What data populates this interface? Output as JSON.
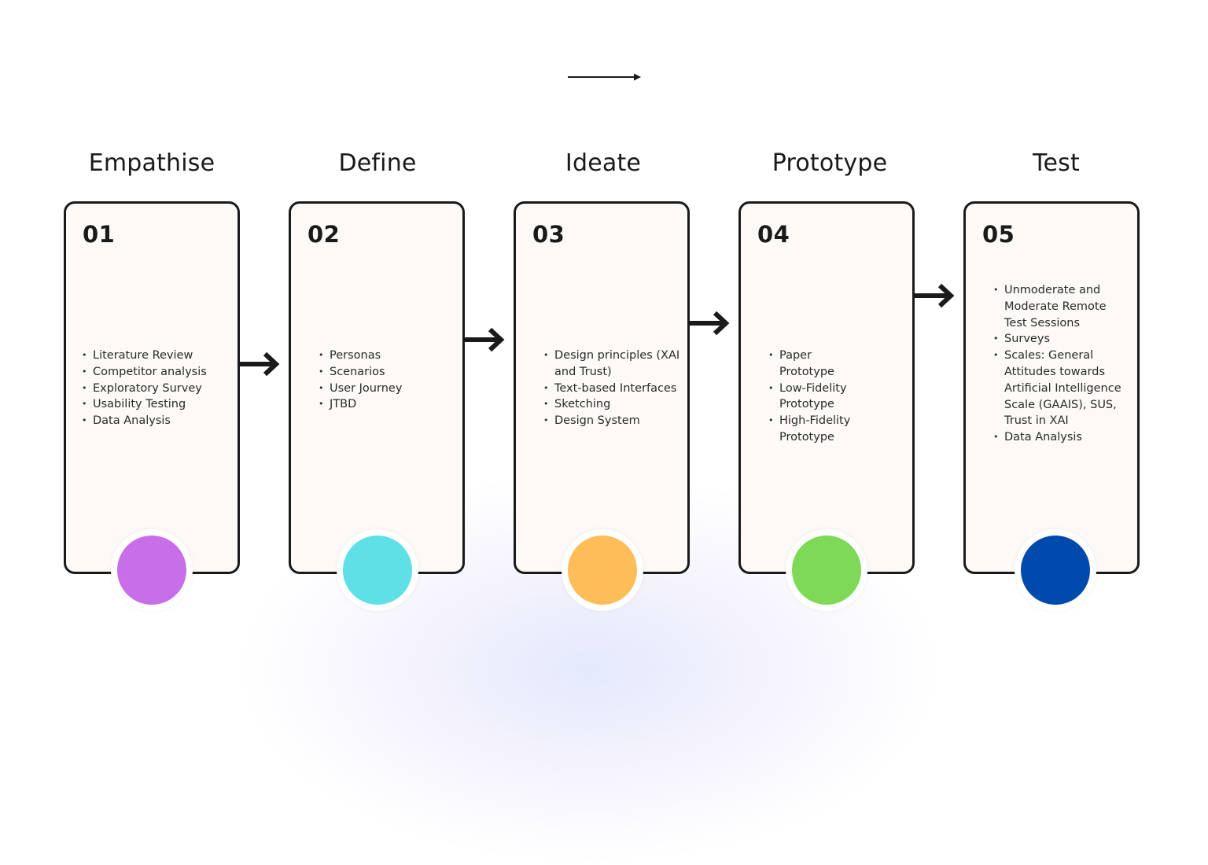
{
  "stages": [
    {
      "title": "Empathise",
      "number": "01",
      "color": "#c86ee8",
      "items": [
        "Literature Review",
        "Competitor analysis",
        "Exploratory Survey",
        "Usability Testing",
        "Data Analysis"
      ]
    },
    {
      "title": "Define",
      "number": "02",
      "color": "#5ee0e6",
      "items": [
        "Personas",
        "Scenarios",
        "User Journey",
        "JTBD"
      ]
    },
    {
      "title": "Ideate",
      "number": "03",
      "color": "#ffbd59",
      "items": [
        "Design principles (XAI and Trust)",
        "Text-based Interfaces",
        "Sketching",
        "Design System"
      ]
    },
    {
      "title": "Prototype",
      "number": "04",
      "color": "#7ed957",
      "items": [
        "Paper Prototype",
        "Low-Fidelity Prototype",
        "High-Fidelity Prototype"
      ]
    },
    {
      "title": "Test",
      "number": "05",
      "color": "#004aad",
      "items": [
        "Unmoderate and Moderate Remote Test Sessions",
        "Surveys",
        "Scales: General Attitudes towards Artificial Intelligence Scale (GAAIS), SUS, Trust in XAI",
        "Data Analysis"
      ]
    }
  ]
}
